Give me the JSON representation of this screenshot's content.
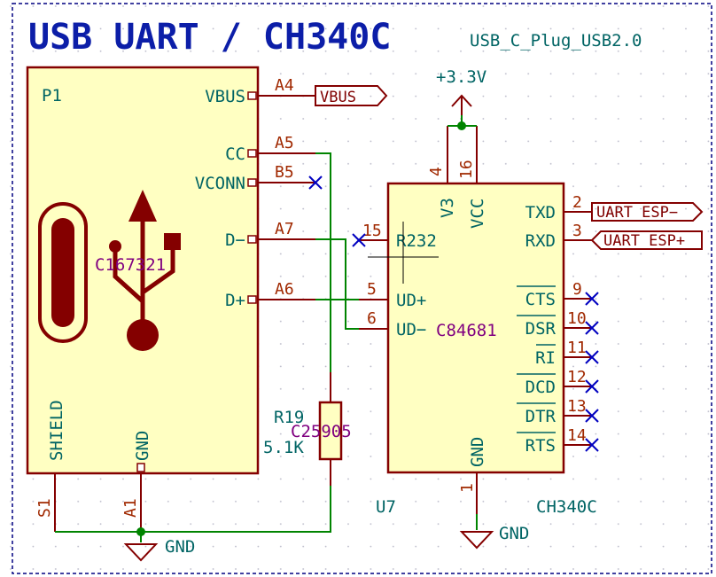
{
  "title": "USB UART / CH340C",
  "top_right_text": "USB_C_Plug_USB2.0",
  "colors": {
    "wire": "#008400",
    "component": "#840000",
    "component_fill": "#ffffc2",
    "text": "#006464",
    "title": "#0c1ea8",
    "lcsc": "#800080",
    "no_connect": "#0000c0",
    "frame": "#000080"
  },
  "connector": {
    "ref": "P1",
    "lcsc": "C167321",
    "pins": {
      "vbus": {
        "name": "VBUS",
        "num": "A4"
      },
      "cc": {
        "name": "CC",
        "num": "A5"
      },
      "vconn": {
        "name": "VCONN",
        "num": "B5"
      },
      "dm": {
        "name": "D−",
        "num": "A7"
      },
      "dp": {
        "name": "D+",
        "num": "A6"
      },
      "shield": {
        "name": "SHIELD",
        "num": "S1"
      },
      "gnd": {
        "name": "GND",
        "num": "A1"
      }
    }
  },
  "ic": {
    "ref": "U7",
    "value": "CH340C",
    "lcsc": "C84681",
    "pins": {
      "v3": {
        "name": "V3",
        "num": "4"
      },
      "vcc": {
        "name": "VCC",
        "num": "16"
      },
      "txd": {
        "name": "TXD",
        "num": "2"
      },
      "rxd": {
        "name": "RXD",
        "num": "3"
      },
      "r232": {
        "name": "R232",
        "num": "15"
      },
      "udp": {
        "name": "UD+",
        "num": "5"
      },
      "udm": {
        "name": "UD−",
        "num": "6"
      },
      "cts": {
        "name": "CTS",
        "num": "9"
      },
      "dsr": {
        "name": "DSR",
        "num": "10"
      },
      "ri": {
        "name": "RI",
        "num": "11"
      },
      "dcd": {
        "name": "DCD",
        "num": "12"
      },
      "dtr": {
        "name": "DTR",
        "num": "13"
      },
      "rts": {
        "name": "RTS",
        "num": "14"
      },
      "gnd": {
        "name": "GND",
        "num": "1"
      }
    }
  },
  "resistor": {
    "ref": "R19",
    "value": "5.1K",
    "lcsc": "C25905"
  },
  "power": {
    "vcc": "+3.3V",
    "gnd_left": "GND",
    "gnd_right": "GND"
  },
  "labels": {
    "vbus": "VBUS",
    "tx": "UART_ESP−",
    "rx": "UART_ESP+"
  }
}
